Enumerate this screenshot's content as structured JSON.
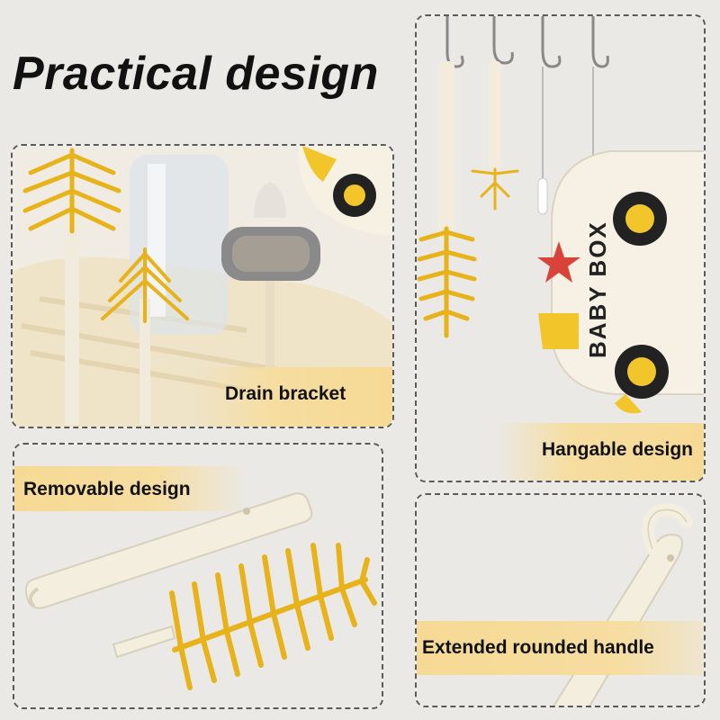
{
  "title": "Practical design",
  "panels": {
    "drain": {
      "label": "Drain bracket"
    },
    "hang": {
      "label": "Hangable design",
      "car_text": "BABY BOX"
    },
    "remove": {
      "label": "Removable design"
    },
    "handle": {
      "label": "Extended rounded handle"
    }
  },
  "colors": {
    "bristle_yellow": "#e8b21a",
    "cream": "#f1ebdc",
    "label_bg": "#f6d994",
    "background": "#ebe9e6"
  }
}
